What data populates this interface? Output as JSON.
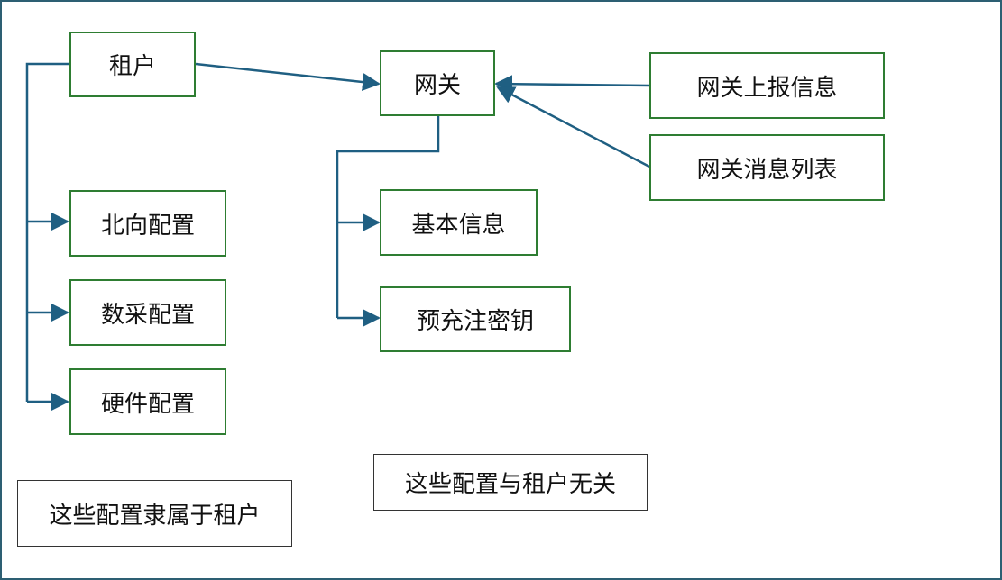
{
  "colors": {
    "frame": "#2d5f73",
    "connector": "#1f5f82",
    "node_border": "#2e7d32",
    "note_border": "#333333"
  },
  "nodes": {
    "tenant": "租户",
    "gateway": "网关",
    "northbound_config": "北向配置",
    "data_collection_config": "数采配置",
    "hardware_config": "硬件配置",
    "basic_info": "基本信息",
    "preshared_key": "预充注密钥",
    "gateway_report_info": "网关上报信息",
    "gateway_message_list": "网关消息列表"
  },
  "notes": {
    "tenant_owned": "这些配置隶属于租户",
    "tenant_independent": "这些配置与租户无关"
  }
}
